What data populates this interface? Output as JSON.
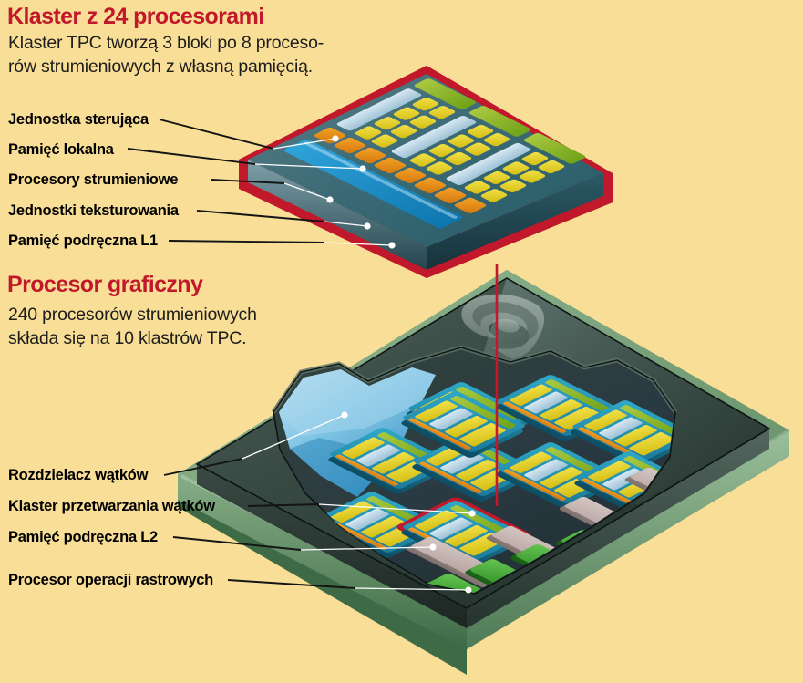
{
  "page": {
    "background_color": "#F8DE96",
    "accent_color": "#C2182B",
    "text_color": "#1d1d1b"
  },
  "sections": {
    "cluster": {
      "title": "Klaster z 24 procesorami",
      "description_line1": "Klaster TPC tworzą 3 bloki po 8 proceso-",
      "description_line2": "rów strumieniowych z własną pamięcią."
    },
    "gpu": {
      "title": "Procesor graficzny",
      "description_line1": "240 procesorów strumieniowych",
      "description_line2": "składa się na 10 klastrów TPC."
    }
  },
  "callouts_cluster": [
    {
      "id": "control-unit",
      "label": "Jednostka sterująca",
      "color": "#8CB82B"
    },
    {
      "id": "local-memory",
      "label": "Pamięć lokalna",
      "color": "#B9D6E8"
    },
    {
      "id": "stream-processors",
      "label": "Procesory strumieniowe",
      "color": "#E8D522"
    },
    {
      "id": "texture-units",
      "label": "Jednostki teksturowania",
      "color": "#E8901B"
    },
    {
      "id": "l1-cache",
      "label": "Pamięć podręczna L1",
      "color": "#1E8FC6"
    }
  ],
  "callouts_gpu": [
    {
      "id": "thread-dispatcher",
      "label": "Rozdzielacz wątków",
      "color": "#7FC8E8"
    },
    {
      "id": "tpc-cluster",
      "label": "Klaster przetwarzania wątków",
      "color": "#E8D522"
    },
    {
      "id": "l2-cache",
      "label": "Pamięć podręczna L2",
      "color": "#C4B2AE"
    },
    {
      "id": "rop",
      "label": "Procesor operacji rastrowych",
      "color": "#3FA72F"
    }
  ],
  "chart_data": {
    "type": "diagram",
    "title": "NVIDIA GPU architecture — TPC cluster and graphics processor die",
    "cluster_diagram": {
      "name": "Klaster z 24 procesorami",
      "border_color": "#C2182B",
      "die_color": "#2E6470",
      "blocks": 3,
      "stream_processors_per_block": 8,
      "stream_processors_total": 24,
      "control_units": 3,
      "local_memory_bars": 3,
      "texture_units": 8,
      "l1_cache_bars": 1
    },
    "gpu_diagram": {
      "name": "Procesor graficzny",
      "tpc_clusters": 10,
      "stream_processors_total": 240,
      "substrate_color": "#6E9A6E",
      "die_color": "#2C3A36",
      "logo": "nvidia-eye",
      "highlighted_cluster_index": 6,
      "l2_cache_blocks": 4,
      "rop_blocks": 6
    }
  }
}
